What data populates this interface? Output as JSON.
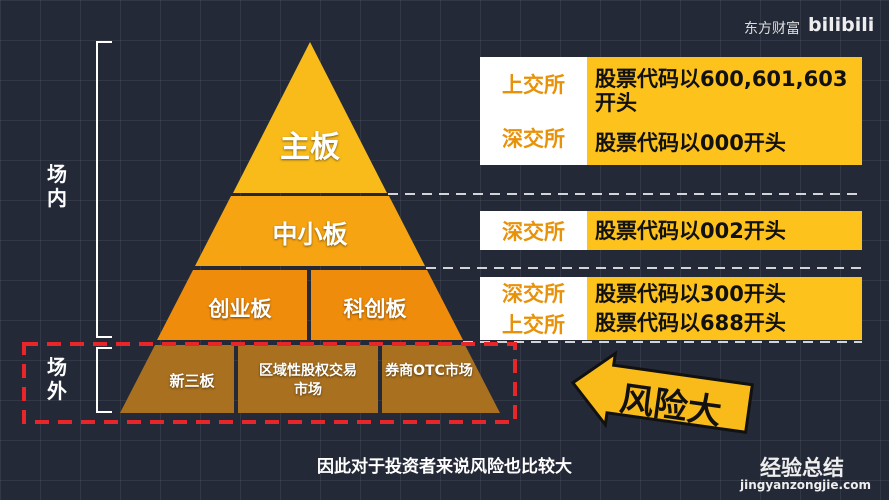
{
  "watermark": {
    "brand": "东方财富",
    "logo": "bilibili"
  },
  "pyramid": {
    "main": "主板",
    "sme": "中小板",
    "chinext": "创业板",
    "star": "科创板",
    "neeq": "新三板",
    "regional": "区域性股权交易市场",
    "otc": "券商OTC市场"
  },
  "side": {
    "inside": "场内",
    "outside": "场外"
  },
  "panels": [
    {
      "rows": [
        {
          "exchange": "上交所",
          "code": "股票代码以600,601,603开头"
        },
        {
          "exchange": "深交所",
          "code": "股票代码以000开头"
        }
      ]
    },
    {
      "rows": [
        {
          "exchange": "深交所",
          "code": "股票代码以002开头"
        }
      ]
    },
    {
      "rows": [
        {
          "exchange": "深交所",
          "code": "股票代码以300开头"
        },
        {
          "exchange": "上交所",
          "code": "股票代码以688开头"
        }
      ]
    }
  ],
  "risk_sign": "风险大",
  "subtitle": "因此对于投资者来说风险也比较大",
  "site_watermark": {
    "title": "经验总结",
    "url": "jingyanzongjie.com"
  },
  "colors": {
    "top": "#f9bb1a",
    "mid": "#f6a412",
    "low": "#f08c0b",
    "base": "#a8701f",
    "risk": "#e8262a"
  }
}
